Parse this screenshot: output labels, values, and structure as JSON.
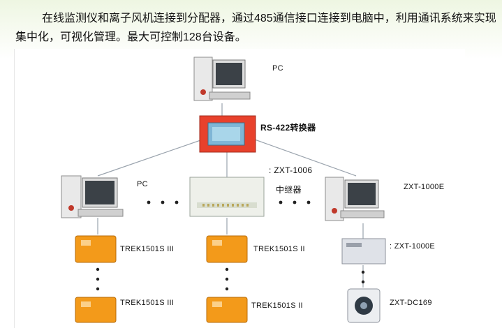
{
  "intro_text": "在线监测仪和离子风机连接到分配器，通过485通信接口连接到电脑中，利用通讯系统来实现集中化，可视化管理。最大可控制128台设备。",
  "labels": {
    "pc_top": "PC",
    "converter": "RS-422转换器",
    "pc_left": "PC",
    "repeater_model": ": ZXT-1006",
    "repeater_name": "中继器",
    "right_pc": "ZXT-1000E",
    "right_box": ": ZXT-1000E",
    "trek_l1": "TREK1501S  III",
    "trek_l2": "TREK1501S  III",
    "trek_m1": "TREK1501S  II",
    "trek_m2": "TREK1501S  II",
    "dc": "ZXT-DC169"
  },
  "colors": {
    "trek_orange": "#f39a1a",
    "converter_red": "#e8412c",
    "line": "#9aa3ad"
  }
}
